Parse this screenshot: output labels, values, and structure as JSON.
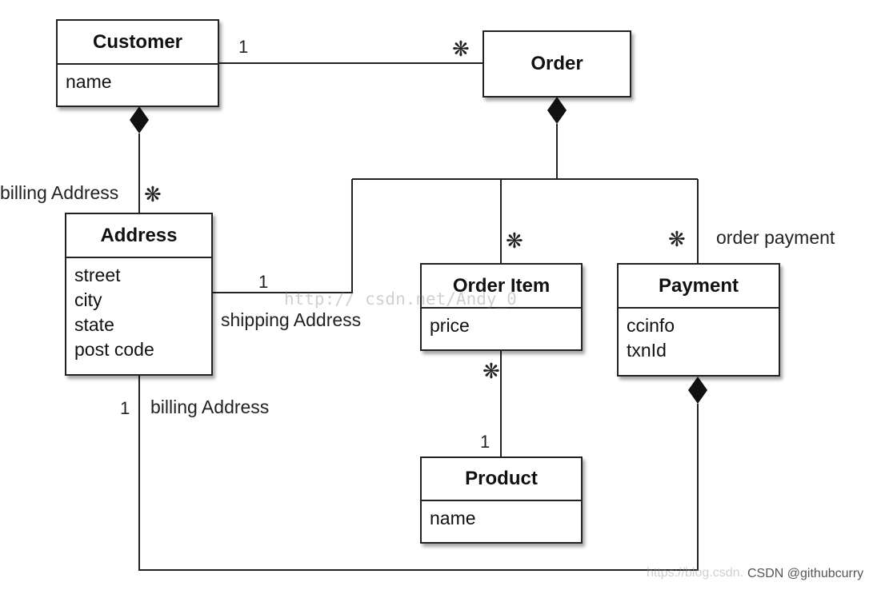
{
  "classes": {
    "customer": {
      "name": "Customer",
      "attributes": [
        "name"
      ]
    },
    "order": {
      "name": "Order",
      "attributes": []
    },
    "address": {
      "name": "Address",
      "attributes": [
        "street",
        "city",
        "state",
        "post code"
      ]
    },
    "order_item": {
      "name": "Order Item",
      "attributes": [
        "price"
      ]
    },
    "payment": {
      "name": "Payment",
      "attributes": [
        "ccinfo",
        "txnId"
      ]
    },
    "product": {
      "name": "Product",
      "attributes": [
        "name"
      ]
    }
  },
  "labels": {
    "customer_order_mult_one": "1",
    "billing_address_top": "billing Address",
    "shipping_address": "shipping Address",
    "shipping_mult_one": "1",
    "order_payment": "order payment",
    "product_mult_one": "1",
    "billing_mult_one": "1",
    "billing_address_bottom": "billing Address",
    "many_symbol": "❋"
  },
  "watermark": {
    "center": "http://        csdn.net/Andy_0",
    "bottom_light": "https://blog.csdn.",
    "bottom": "CSDN @githubcurry"
  }
}
